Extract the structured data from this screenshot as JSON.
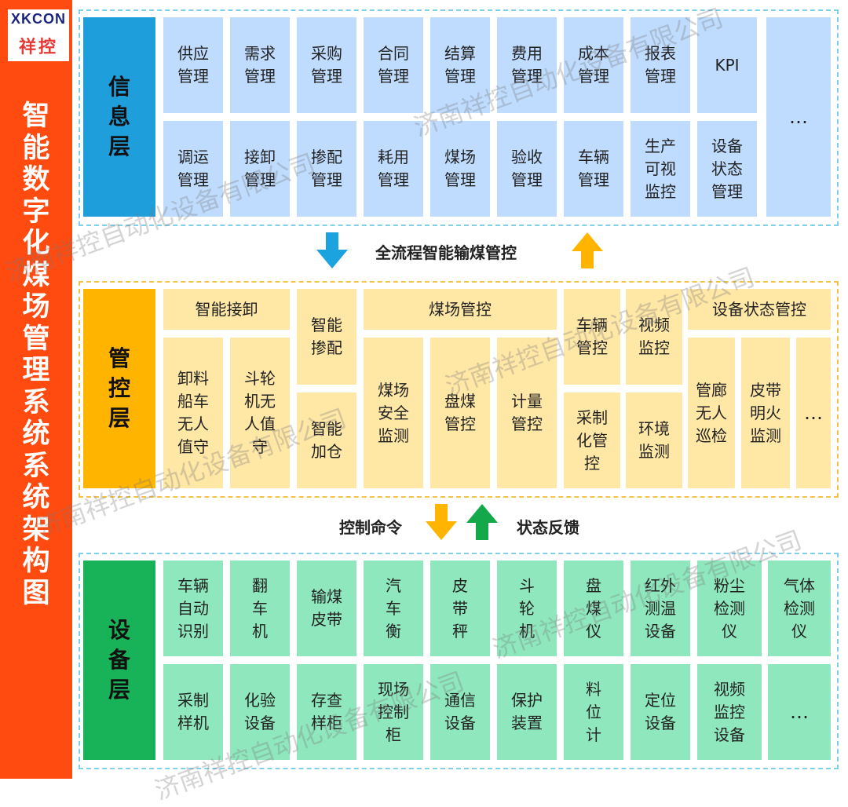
{
  "logo": {
    "en": "XKCON",
    "zh": "祥控"
  },
  "vertical_title": "智能数字化煤场管理系统系统架构图",
  "layers": {
    "info": {
      "label": "信息层",
      "color": "#1e9edb"
    },
    "control": {
      "label": "管控层",
      "color": "#ffb400"
    },
    "device": {
      "label": "设备层",
      "color": "#18b358"
    }
  },
  "info_cells": [
    "供应\n管理",
    "需求\n管理",
    "采购\n管理",
    "合同\n管理",
    "结算\n管理",
    "费用\n管理",
    "成本\n管理",
    "报表\n管理",
    "KPI",
    "调运\n管理",
    "接卸\n管理",
    "掺配\n管理",
    "耗用\n管理",
    "煤场\n管理",
    "验收\n管理",
    "车辆\n管理",
    "生产\n可视\n监控",
    "设备\n状态\n管理",
    "…"
  ],
  "middle1": {
    "text": "全流程智能输煤管控"
  },
  "control_cells": [
    "智能接卸",
    "卸料\n船车\n无人\n值守",
    "斗轮\n机无\n人值\n守",
    "智能\n掺配",
    "智能\n加仓",
    "煤场管控",
    "煤场\n安全\n监测",
    "盘煤\n管控",
    "计量\n管控",
    "车辆\n管控",
    "采制\n化管\n控",
    "视频\n监控",
    "环境\n监测",
    "设备状态管控",
    "管廊\n无人\n巡检",
    "皮带\n明火\n监测",
    "…"
  ],
  "middle2": {
    "left": "控制命令",
    "right": "状态反馈"
  },
  "device_cells": [
    "车辆\n自动\n识别",
    "翻\n车\n机",
    "输煤\n皮带",
    "汽\n车\n衡",
    "皮\n带\n秤",
    "斗\n轮\n机",
    "盘\n煤\n仪",
    "红外\n测温\n设备",
    "粉尘\n检测\n仪",
    "气体\n检测\n仪",
    "采制\n样机",
    "化验\n设备",
    "存查\n样柜",
    "现场\n控制\n柜",
    "通信\n设备",
    "保护\n装置",
    "料\n位\n计",
    "定位\n设备",
    "视频\n监控\n设备",
    "…"
  ],
  "watermark": "济南祥控自动化设备有限公司",
  "colors": {
    "strip": "#ff4a10",
    "info_cell": "#bfdcff",
    "control_cell": "#ffe7a6",
    "device_cell": "#8fe8bd",
    "arrow_blue": "#1aa3df",
    "arrow_yellow": "#ffb400",
    "arrow_green": "#13a84a"
  }
}
